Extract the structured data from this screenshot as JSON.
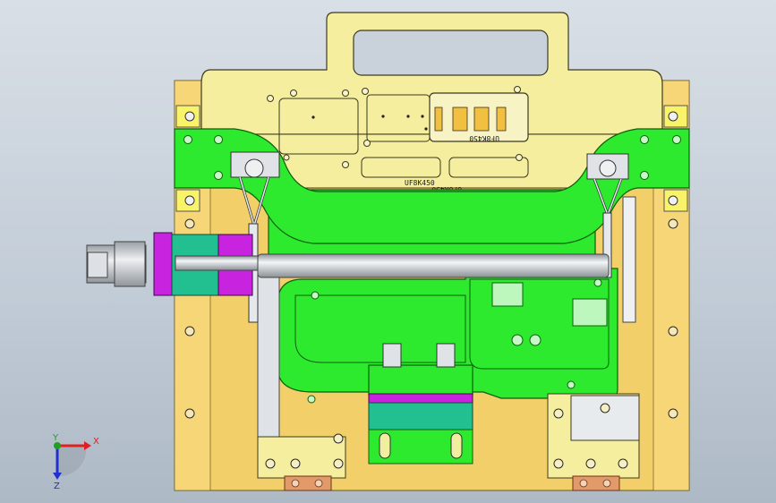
{
  "drawing": {
    "part_labels": [
      "UF8K450",
      "UF8K450",
      "UF8K450"
    ]
  },
  "triad": {
    "x_label": "X",
    "y_label": "Y",
    "z_label": "Z",
    "x_color": "#e02020",
    "y_color": "#20a020",
    "z_color": "#2030d0"
  },
  "colors": {
    "base": "#f3cf6a",
    "handle": "#f4ee9e",
    "green": "#2eea2e",
    "green_dark": "#1faf1f",
    "magenta": "#c824e0",
    "teal": "#20b090",
    "steel": "#c4c8cc",
    "copper": "#e39a6a"
  }
}
